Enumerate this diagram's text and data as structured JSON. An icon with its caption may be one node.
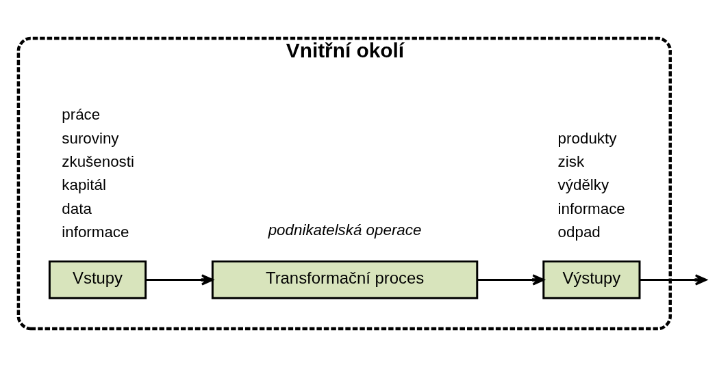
{
  "diagram": {
    "nodes": [
      {
        "text": [
          "Vnitřní okolí"
        ]
      },
      {
        "text": [
          "Vstupy"
        ],
        "in": 0,
        "beside": [
          "práce",
          "suroviny",
          "zkušenosti",
          "kapitál",
          "data",
          "informace"
        ]
      },
      {
        "text": [
          "Transformační proces"
        ],
        "in": 0,
        "beside": [
          "podnikatelská operace"
        ]
      },
      {
        "text": [
          "Výstupy"
        ],
        "in": 0,
        "beside": [
          "produkty",
          "zisk",
          "výdělky",
          "informace",
          "odpad"
        ]
      }
    ],
    "edges": [
      {
        "from": 1,
        "to": 2,
        "arrow": "to"
      },
      {
        "from": 2,
        "to": 3,
        "arrow": "to"
      },
      {
        "from": 3,
        "to": null,
        "arrow": "to"
      }
    ]
  }
}
